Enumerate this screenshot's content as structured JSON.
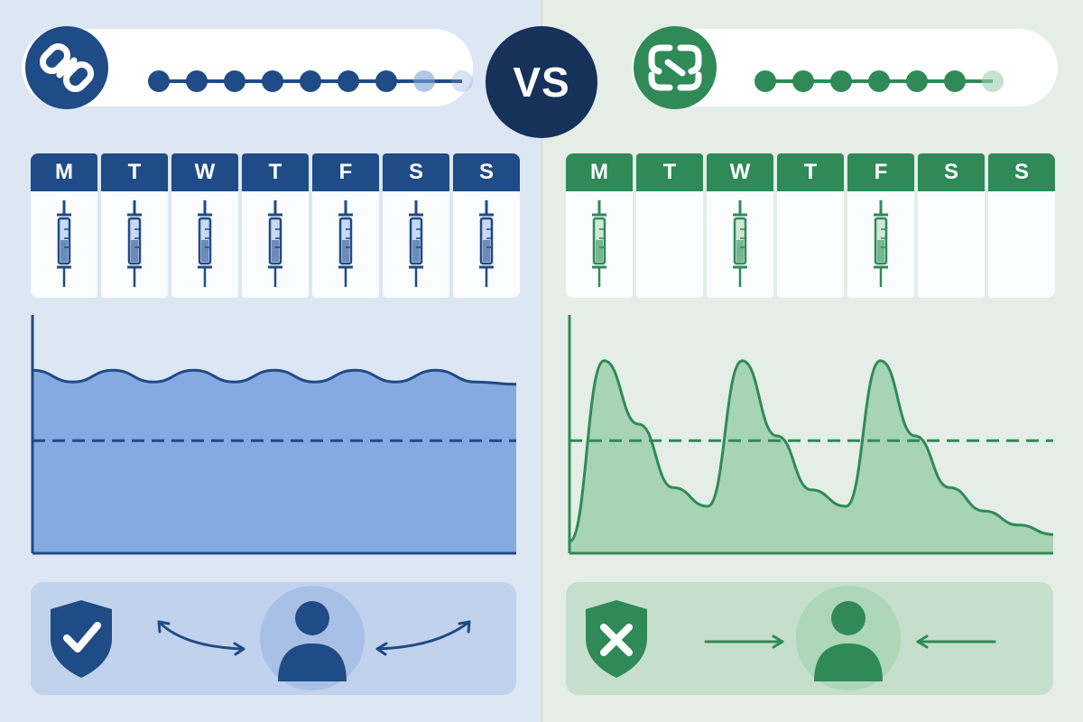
{
  "vs_label": "VS",
  "colors": {
    "left_primary": "#1f4b86",
    "left_light": "#7ea3db",
    "left_fill": "#80a5df",
    "right_primary": "#2f8a58",
    "right_light": "#9fcfae",
    "right_fill": "#a3d3b1"
  },
  "left": {
    "logo_icon": "chain-link-icon",
    "dose_dots": {
      "filled": 7,
      "fading": 2
    },
    "days": [
      "M",
      "T",
      "W",
      "T",
      "F",
      "S",
      "S"
    ],
    "injections": [
      true,
      true,
      true,
      true,
      true,
      true,
      true
    ],
    "bottom": {
      "shield": "shield-check-icon",
      "arrows": "curved-double-arrows",
      "person": "person-icon"
    }
  },
  "right": {
    "logo_icon": "broken-link-icon",
    "dose_dots": {
      "filled": 6,
      "fading": 1
    },
    "days": [
      "M",
      "T",
      "W",
      "T",
      "F",
      "S",
      "S"
    ],
    "injections": [
      true,
      false,
      true,
      false,
      true,
      false,
      false
    ],
    "bottom": {
      "shield": "shield-x-icon",
      "arrows": "straight-arrows",
      "person": "person-icon"
    }
  },
  "chart_data": [
    {
      "type": "area",
      "series": [
        {
          "values": [
            0.78,
            0.73,
            0.78,
            0.73,
            0.78,
            0.73,
            0.78,
            0.73,
            0.78,
            0.73,
            0.78,
            0.73,
            0.72
          ]
        }
      ],
      "threshold": 0.48,
      "ylim": [
        0,
        1
      ]
    },
    {
      "type": "area",
      "series": [
        {
          "values": [
            0.05,
            0.82,
            0.55,
            0.28,
            0.2,
            0.82,
            0.5,
            0.27,
            0.2,
            0.82,
            0.5,
            0.28,
            0.18,
            0.12,
            0.08
          ]
        }
      ],
      "threshold": 0.48,
      "ylim": [
        0,
        1
      ]
    }
  ]
}
